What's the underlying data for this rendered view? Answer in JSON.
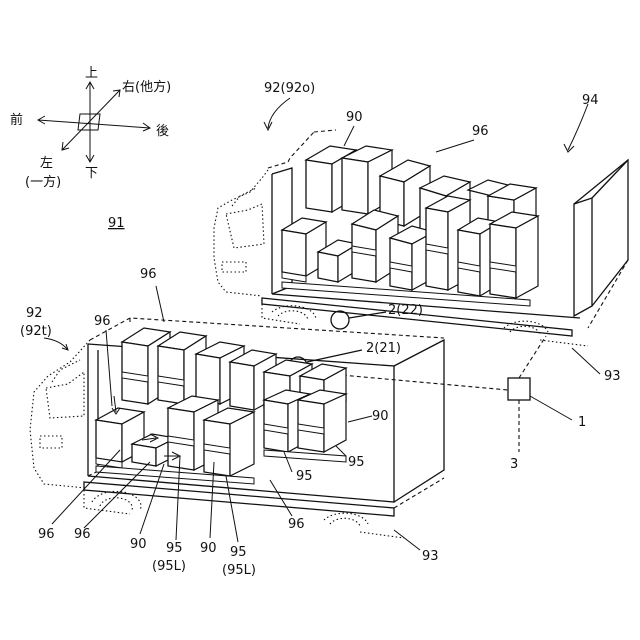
{
  "directions": {
    "up": "上",
    "down": "下",
    "front": "前",
    "rear": "後",
    "right": "右(他方)",
    "left": "左",
    "left_sub": "(一方)"
  },
  "labels": {
    "system": "91",
    "truck_o": "92(92o)",
    "truck_t_a": "92",
    "truck_t_b": "(92t)",
    "site_top": "94",
    "cargo_top_90": "90",
    "cargo_top_96": "96",
    "cargo_mid_96": "96",
    "cargo_left_96": "96",
    "sensor_22": "2(22)",
    "sensor_21": "2(21)",
    "server": "1",
    "terminal": "3",
    "net_top": "93",
    "net_bottom": "93",
    "r_90": "90",
    "r_95a": "95",
    "r_95b": "95",
    "b_96a": "96",
    "b_96b": "96",
    "b_90a": "90",
    "b_95a": "95",
    "b_95a_sub": "(95L)",
    "b_90b": "90",
    "b_95b": "95",
    "b_95b_sub": "(95L)",
    "b_96c": "96"
  }
}
